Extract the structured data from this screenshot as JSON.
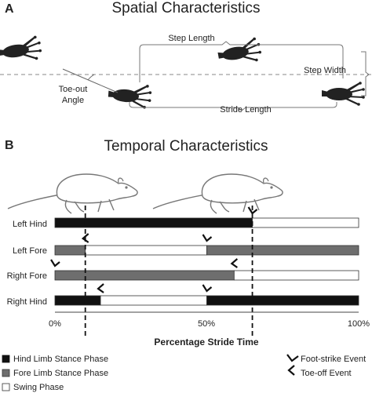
{
  "panel_a": {
    "letter": "A",
    "title": "Spatial Characteristics",
    "labels": {
      "step_length": "Step Length",
      "step_width": "Step Width",
      "toe_out_line1": "Toe-out",
      "toe_out_line2": "Angle",
      "stride_length": "Stride Length"
    }
  },
  "panel_b": {
    "letter": "B",
    "title": "Temporal Characteristics",
    "axis": {
      "title": "Percentage Stride Time",
      "ticks": [
        "0%",
        "50%",
        "100%"
      ]
    },
    "rows": [
      {
        "label": "Left Hind"
      },
      {
        "label": "Left Fore"
      },
      {
        "label": "Right Fore"
      },
      {
        "label": "Right Hind"
      }
    ]
  },
  "legend": {
    "hind_stance": "Hind Limb Stance Phase",
    "fore_stance": "Fore Limb Stance Phase",
    "swing": "Swing Phase",
    "foot_strike": "Foot-strike Event",
    "toe_off": "Toe-off Event"
  },
  "colors": {
    "hind_stance": "#111111",
    "fore_stance": "#6e6e6e",
    "swing": "#ffffff"
  },
  "chart_data": {
    "type": "bar",
    "x_unit": "% stride time",
    "xlim": [
      0,
      100
    ],
    "rows": [
      {
        "label": "Left Hind",
        "segments": [
          {
            "phase": "hind_stance",
            "start": 0,
            "end": 65
          },
          {
            "phase": "swing",
            "start": 65,
            "end": 100
          }
        ],
        "foot_strike": 65
      },
      {
        "label": "Left Fore",
        "segments": [
          {
            "phase": "fore_stance",
            "start": 0,
            "end": 10
          },
          {
            "phase": "swing",
            "start": 10,
            "end": 50
          },
          {
            "phase": "fore_stance",
            "start": 50,
            "end": 100
          }
        ],
        "foot_strike": 50,
        "toe_off": 10
      },
      {
        "label": "Right Fore",
        "segments": [
          {
            "phase": "fore_stance",
            "start": 0,
            "end": 59
          },
          {
            "phase": "swing",
            "start": 59,
            "end": 100
          }
        ],
        "foot_strike": 0,
        "toe_off": 59
      },
      {
        "label": "Right Hind",
        "segments": [
          {
            "phase": "hind_stance",
            "start": 0,
            "end": 15
          },
          {
            "phase": "swing",
            "start": 15,
            "end": 50
          },
          {
            "phase": "hind_stance",
            "start": 50,
            "end": 100
          }
        ],
        "foot_strike": 50,
        "toe_off": 15
      }
    ],
    "reference_lines": [
      10,
      65
    ]
  }
}
